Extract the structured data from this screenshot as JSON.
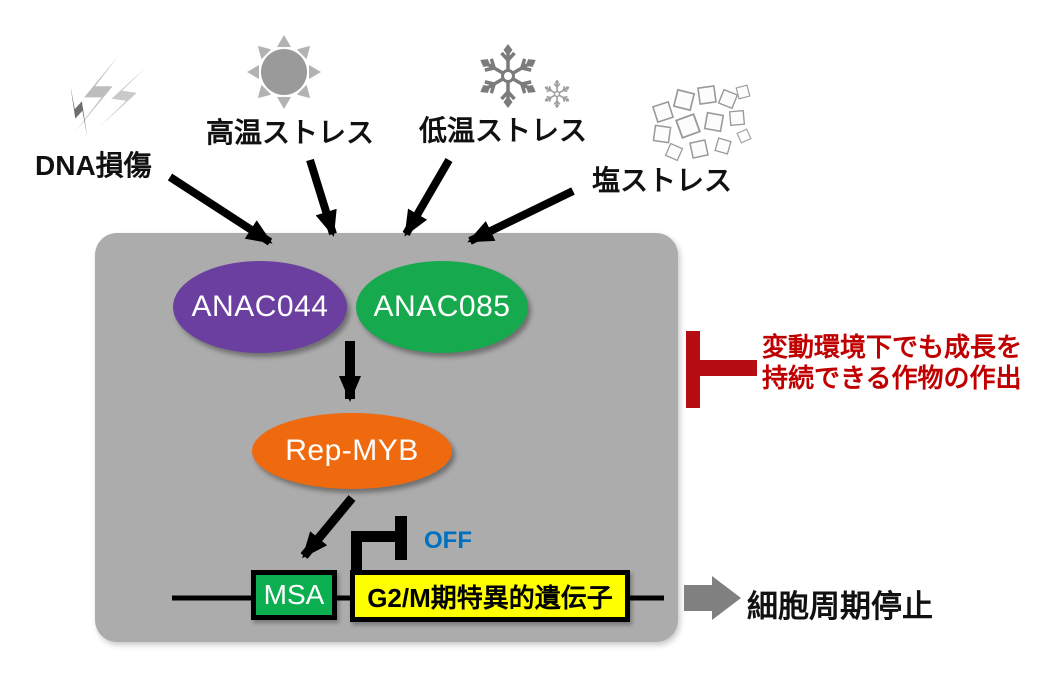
{
  "figure": {
    "stresses": [
      {
        "label": "DNA損傷",
        "icon": "lightning-bolts-icon"
      },
      {
        "label": "高温ストレス",
        "icon": "sun-icon"
      },
      {
        "label": "低温ストレス",
        "icon": "snowflake-icon"
      },
      {
        "label": "塩ストレス",
        "icon": "salt-crystals-icon"
      }
    ],
    "cell": {
      "background": "#ACACAC",
      "factors": [
        {
          "label": "ANAC044",
          "fill": "#6B3FA0",
          "text_color": "#FFFFFF"
        },
        {
          "label": "ANAC085",
          "fill": "#17A94E",
          "text_color": "#FFFFFF"
        }
      ],
      "effector": {
        "label": "Rep-MYB",
        "fill": "#EF6A0E",
        "text_color": "#FFFFFF"
      },
      "gene_locus": {
        "cis_element": {
          "label": "MSA",
          "fill": "#0CAF50",
          "text_color": "#FFFFFF"
        },
        "gene": {
          "label": "G2/M期特異的遺伝子",
          "fill": "#FFFF00",
          "text_color": "#000000"
        },
        "state": {
          "label": "OFF",
          "color": "#0070C0"
        }
      }
    },
    "outcome": {
      "label": "細胞周期停止",
      "arrow_color": "#808080"
    },
    "application": {
      "line1": "変動環境下でも成長を",
      "line2": "持続できる作物の作出",
      "text_color": "#C00000",
      "bar_color": "#B50D11"
    }
  }
}
